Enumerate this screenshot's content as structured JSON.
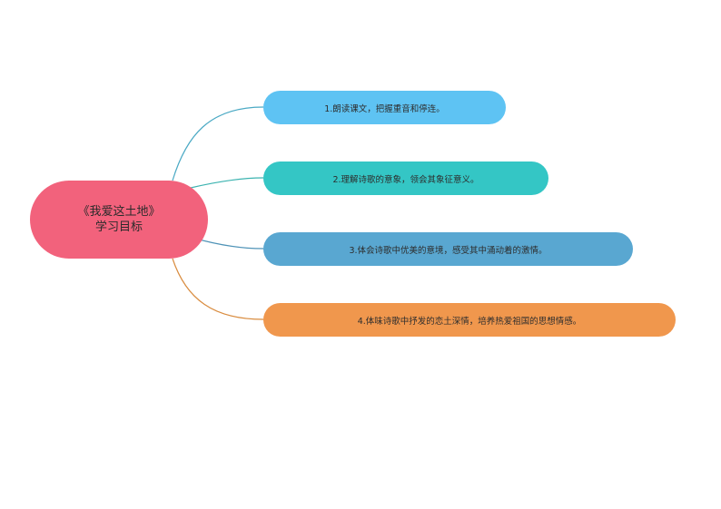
{
  "root": {
    "line1": "《我爱这土地》",
    "line2": "学习目标",
    "color": "#f2627c"
  },
  "branches": [
    {
      "label": "1.朗读课文，把握重音和停连。",
      "color": "#5ec3f3",
      "line_color": "#4aa9c4"
    },
    {
      "label": "2.理解诗歌的意象，领会其象征意义。",
      "color": "#34c6c5",
      "line_color": "#3bb3b0"
    },
    {
      "label": "3.体会诗歌中优美的意境，感受其中涌动着的激情。",
      "color": "#59a7d1",
      "line_color": "#4f93b7"
    },
    {
      "label": "4.体味诗歌中抒发的恋土深情，培养热爱祖国的思想情感。",
      "color": "#f0974d",
      "line_color": "#d98c3f"
    }
  ]
}
